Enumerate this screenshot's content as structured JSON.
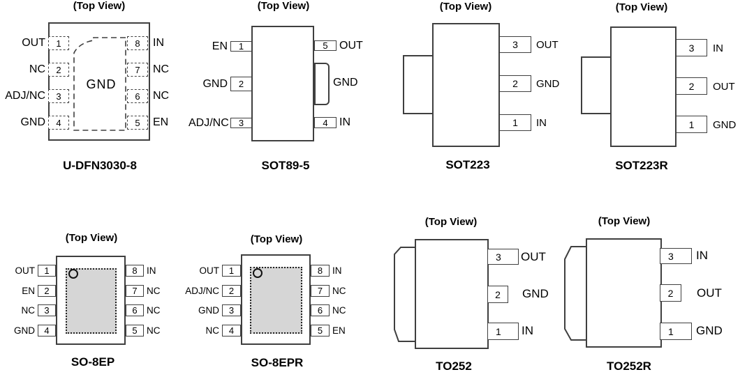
{
  "colors": {
    "line": "#3f3f3f",
    "pad_fill": "#d6d6d6",
    "text": "#000000",
    "background": "#ffffff"
  },
  "packages": {
    "udfn": {
      "top_view": "(Top View)",
      "name": "U-DFN3030-8",
      "pad_label": "GND",
      "left_pins": [
        {
          "num": "1",
          "label": "OUT"
        },
        {
          "num": "2",
          "label": "NC"
        },
        {
          "num": "3",
          "label": "ADJ/NC"
        },
        {
          "num": "4",
          "label": "GND"
        }
      ],
      "right_pins": [
        {
          "num": "8",
          "label": "IN"
        },
        {
          "num": "7",
          "label": "NC"
        },
        {
          "num": "6",
          "label": "NC"
        },
        {
          "num": "5",
          "label": "EN"
        }
      ]
    },
    "sot89": {
      "top_view": "(Top View)",
      "name": "SOT89-5",
      "tab_label": "GND",
      "left_pins": [
        {
          "num": "1",
          "label": "EN"
        },
        {
          "num": "2",
          "label": "GND"
        },
        {
          "num": "3",
          "label": "ADJ/NC"
        }
      ],
      "right_pins": [
        {
          "num": "5",
          "label": "OUT"
        },
        {
          "num": "4",
          "label": "IN"
        }
      ]
    },
    "sot223": {
      "top_view": "(Top View)",
      "name": "SOT223",
      "right_pins": [
        {
          "num": "3",
          "label": "OUT"
        },
        {
          "num": "2",
          "label": "GND"
        },
        {
          "num": "1",
          "label": "IN"
        }
      ]
    },
    "sot223r": {
      "top_view": "(Top View)",
      "name": "SOT223R",
      "right_pins": [
        {
          "num": "3",
          "label": "IN"
        },
        {
          "num": "2",
          "label": "OUT"
        },
        {
          "num": "1",
          "label": "GND"
        }
      ]
    },
    "so8ep": {
      "top_view": "(Top View)",
      "name": "SO-8EP",
      "left_pins": [
        {
          "num": "1",
          "label": "OUT"
        },
        {
          "num": "2",
          "label": "EN"
        },
        {
          "num": "3",
          "label": "NC"
        },
        {
          "num": "4",
          "label": "GND"
        }
      ],
      "right_pins": [
        {
          "num": "8",
          "label": "IN"
        },
        {
          "num": "7",
          "label": "NC"
        },
        {
          "num": "6",
          "label": "NC"
        },
        {
          "num": "5",
          "label": "NC"
        }
      ]
    },
    "so8epr": {
      "top_view": "(Top View)",
      "name": "SO-8EPR",
      "left_pins": [
        {
          "num": "1",
          "label": "OUT"
        },
        {
          "num": "2",
          "label": "ADJ/NC"
        },
        {
          "num": "3",
          "label": "GND"
        },
        {
          "num": "4",
          "label": "NC"
        }
      ],
      "right_pins": [
        {
          "num": "8",
          "label": "IN"
        },
        {
          "num": "7",
          "label": "NC"
        },
        {
          "num": "6",
          "label": "NC"
        },
        {
          "num": "5",
          "label": "EN"
        }
      ]
    },
    "to252": {
      "top_view": "(Top View)",
      "name": "TO252",
      "right_pins": [
        {
          "num": "3",
          "label": "OUT"
        },
        {
          "num": "2",
          "label": "GND"
        },
        {
          "num": "1",
          "label": "IN"
        }
      ]
    },
    "to252r": {
      "top_view": "(Top View)",
      "name": "TO252R",
      "right_pins": [
        {
          "num": "3",
          "label": "IN"
        },
        {
          "num": "2",
          "label": "OUT"
        },
        {
          "num": "1",
          "label": "GND"
        }
      ]
    }
  }
}
